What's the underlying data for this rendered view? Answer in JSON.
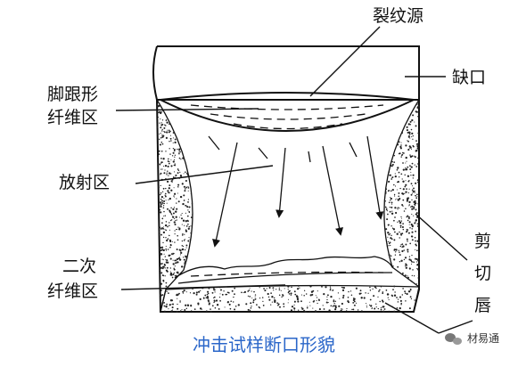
{
  "labels": {
    "crack_source": "裂纹源",
    "notch": "缺口",
    "fibrous_heel_line1": "脚跟形",
    "fibrous_heel_line2": "纤维区",
    "radial_zone": "放射区",
    "secondary_fiber_line1": "二次",
    "secondary_fiber_line2": "纤维区",
    "shear_lip_line1": "剪",
    "shear_lip_line2": "切",
    "shear_lip_line3": "唇"
  },
  "caption": "冲击试样断口形貌",
  "watermark": {
    "text": "材易通",
    "icon": "wechat-icon"
  },
  "colors": {
    "caption": "#2a66c9",
    "ink": "#111111",
    "background": "#ffffff"
  }
}
